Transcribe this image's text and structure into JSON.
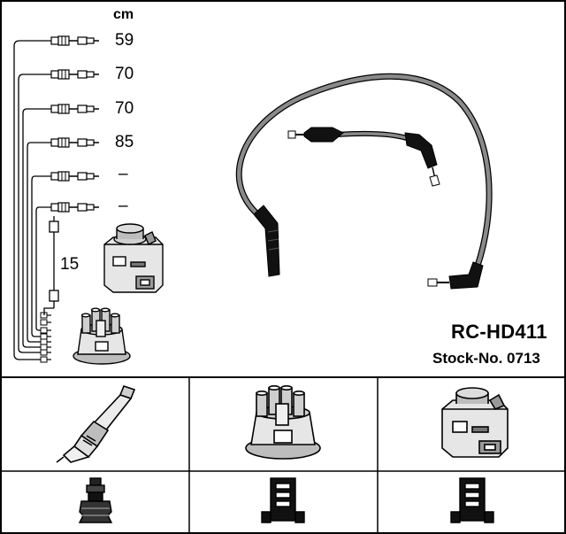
{
  "product": {
    "model": "RC-HD411",
    "stock_number": "Stock-No. 0713"
  },
  "lengths": {
    "unit": "cm",
    "cables": [
      "59",
      "70",
      "70",
      "85",
      "–",
      "–"
    ],
    "coil_lead": "15"
  },
  "parts_table": {
    "rows": 2,
    "columns": 3,
    "icons_top": [
      "spark-plug-icon",
      "distributor-cap-icon",
      "ignition-coil-icon"
    ],
    "icons_bottom": [
      "plug-terminal-icon",
      "cap-terminal-icon",
      "coil-terminal-icon"
    ]
  },
  "colors": {
    "ink": "#000000",
    "wire": "#7a7a7a",
    "fill": "#d9d9d9"
  }
}
